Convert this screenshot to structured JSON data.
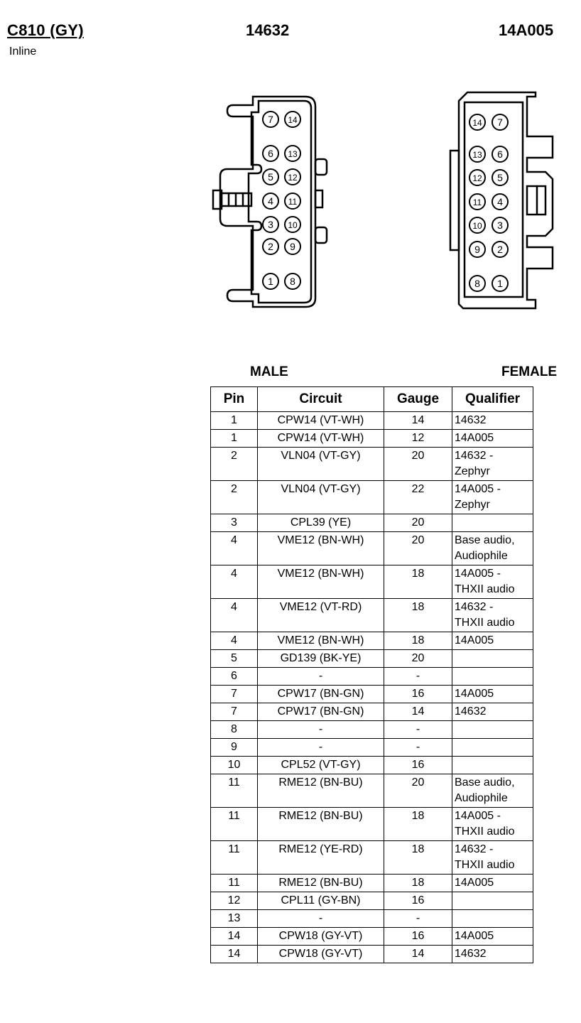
{
  "header": {
    "connector_id": "C810 (GY)",
    "connector_type": "Inline",
    "part_left": "14632",
    "part_right": "14A005"
  },
  "views": {
    "male_label": "MALE",
    "female_label": "FEMALE",
    "male_pins": [
      "7",
      "14",
      "6",
      "13",
      "5",
      "12",
      "4",
      "11",
      "3",
      "10",
      "2",
      "9",
      "1",
      "8"
    ],
    "female_pins": [
      "14",
      "7",
      "13",
      "6",
      "12",
      "5",
      "11",
      "4",
      "10",
      "3",
      "9",
      "2",
      "8",
      "1"
    ]
  },
  "table": {
    "headers": [
      "Pin",
      "Circuit",
      "Gauge",
      "Qualifier"
    ],
    "rows": [
      [
        "1",
        "CPW14 (VT-WH)",
        "14",
        "14632"
      ],
      [
        "1",
        "CPW14 (VT-WH)",
        "12",
        "14A005"
      ],
      [
        "2",
        "VLN04 (VT-GY)",
        "20",
        "14632 -\nZephyr"
      ],
      [
        "2",
        "VLN04 (VT-GY)",
        "22",
        "14A005 -\nZephyr"
      ],
      [
        "3",
        "CPL39 (YE)",
        "20",
        ""
      ],
      [
        "4",
        "VME12 (BN-WH)",
        "20",
        "Base audio,\nAudiophile"
      ],
      [
        "4",
        "VME12 (BN-WH)",
        "18",
        "14A005 -\nTHXII audio"
      ],
      [
        "4",
        "VME12 (VT-RD)",
        "18",
        "14632 -\nTHXII audio"
      ],
      [
        "4",
        "VME12 (BN-WH)",
        "18",
        "14A005"
      ],
      [
        "5",
        "GD139 (BK-YE)",
        "20",
        ""
      ],
      [
        "6",
        "-",
        "-",
        ""
      ],
      [
        "7",
        "CPW17 (BN-GN)",
        "16",
        "14A005"
      ],
      [
        "7",
        "CPW17 (BN-GN)",
        "14",
        "14632"
      ],
      [
        "8",
        "-",
        "-",
        ""
      ],
      [
        "9",
        "-",
        "-",
        ""
      ],
      [
        "10",
        "CPL52 (VT-GY)",
        "16",
        ""
      ],
      [
        "11",
        "RME12 (BN-BU)",
        "20",
        "Base audio,\nAudiophile"
      ],
      [
        "11",
        "RME12 (BN-BU)",
        "18",
        "14A005 -\nTHXII audio"
      ],
      [
        "11",
        "RME12 (YE-RD)",
        "18",
        "14632 -\nTHXII audio"
      ],
      [
        "11",
        "RME12 (BN-BU)",
        "18",
        "14A005"
      ],
      [
        "12",
        "CPL11 (GY-BN)",
        "16",
        ""
      ],
      [
        "13",
        "-",
        "-",
        ""
      ],
      [
        "14",
        "CPW18 (GY-VT)",
        "16",
        "14A005"
      ],
      [
        "14",
        "CPW18 (GY-VT)",
        "14",
        "14632"
      ]
    ]
  }
}
